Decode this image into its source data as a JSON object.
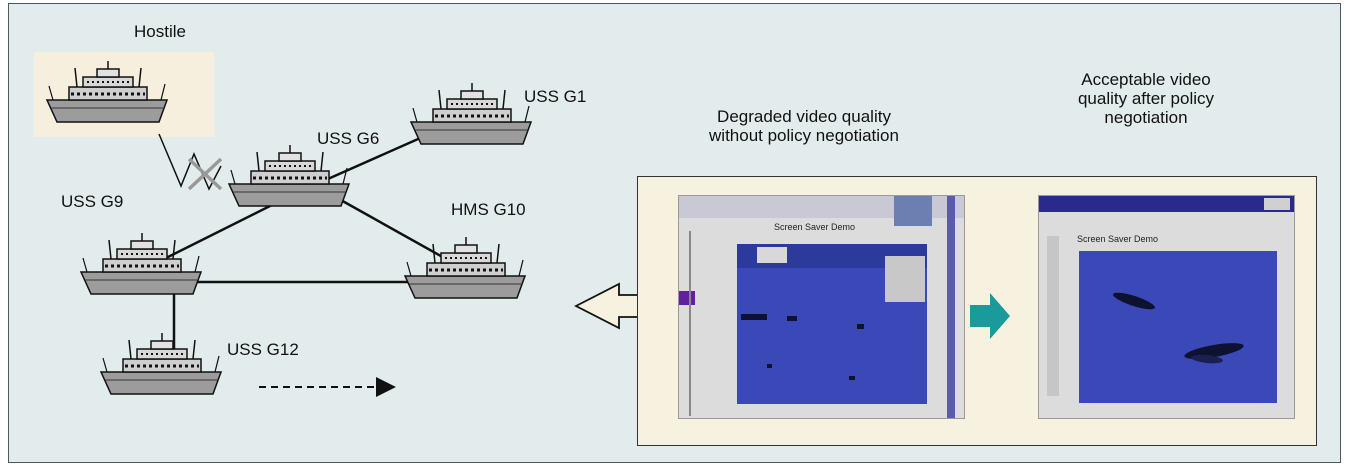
{
  "network": {
    "hostile_label": "Hostile",
    "ship_labels": {
      "g1": "USS G1",
      "g6": "USS G6",
      "g9": "USS G9",
      "g10": "HMS G10",
      "g12": "USS G12"
    }
  },
  "captions": {
    "degraded_line1": "Degraded video quality",
    "degraded_line2": "without policy negotiation",
    "acceptable_line1": "Acceptable video",
    "acceptable_line2": "quality after policy",
    "acceptable_line3": "negotiation"
  },
  "screens": {
    "window_title": "Screen Saver Demo"
  },
  "colors": {
    "background": "#e3ecec",
    "hostile_box": "#f7efde",
    "panel": "#f7f1e0",
    "ship_hull": "#9a9a9a",
    "video_blue": "#3a48b8",
    "arrow_teal": "#1a9a9a"
  }
}
